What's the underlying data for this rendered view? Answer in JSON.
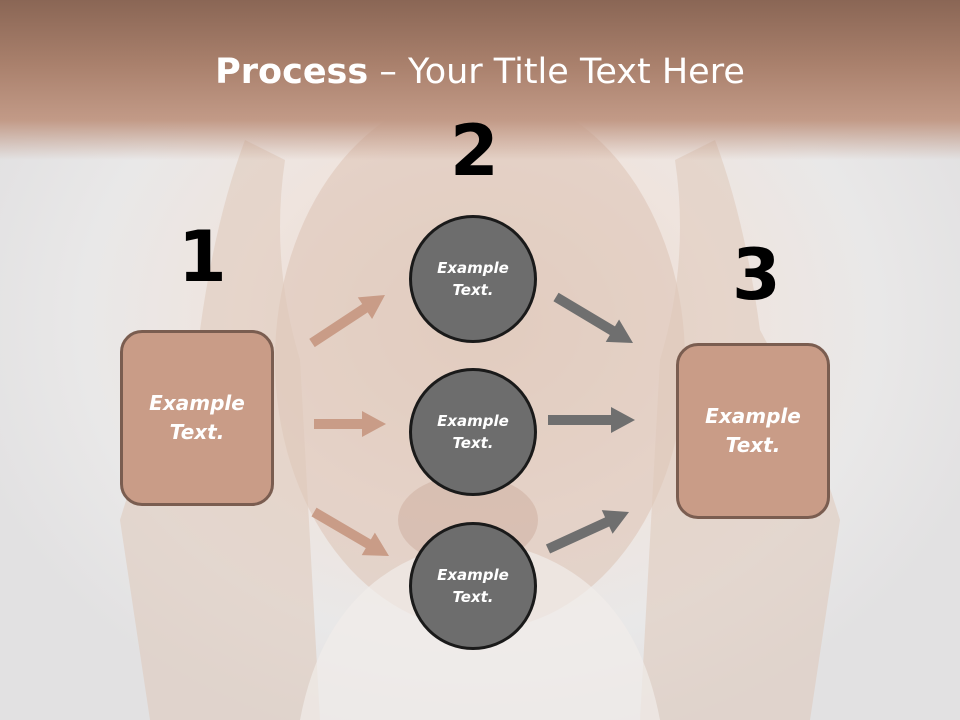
{
  "title": {
    "bold": "Process",
    "rest": " – Your Title Text Here"
  },
  "steps": {
    "one": "1",
    "two": "2",
    "three": "3"
  },
  "left_box": {
    "text": "Example\nText."
  },
  "right_box": {
    "text": "Example\nText."
  },
  "circles": [
    {
      "text": "Example\nText."
    },
    {
      "text": "Example\nText."
    },
    {
      "text": "Example\nText."
    }
  ],
  "colors": {
    "left_arrows": "#c99c87",
    "right_arrows": "#6f6f6f",
    "box_fill": "#c99c87",
    "circle_fill": "#6d6d6d"
  }
}
